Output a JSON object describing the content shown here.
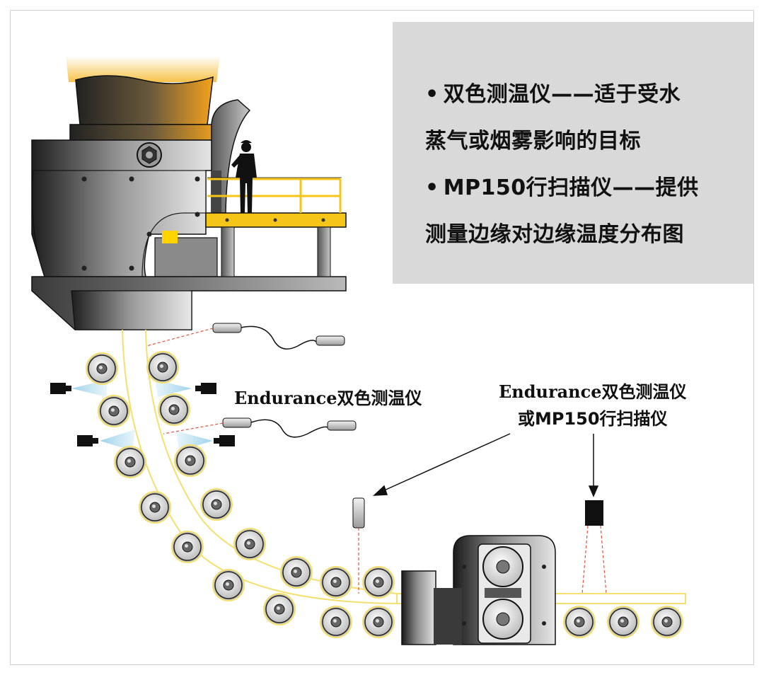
{
  "panel": {
    "line1": "双色测温仪——适于受水",
    "line2": "蒸气或烟雾影响的目标",
    "line3": "MP150行扫描仪——提供",
    "line4": "测量边缘对边缘温度分布图",
    "bullet": "•"
  },
  "labels": {
    "left_brand": "Endurance",
    "left_rest": "双色测温仪",
    "right_brand": "Endurance",
    "right_line1_rest": "双色测温仪",
    "right_line2": "或MP150行扫描仪"
  },
  "colors": {
    "strand": "#f3e070",
    "molten": "#f6a31a",
    "steel_dark": "#2a2a2a",
    "steel_mid": "#8a8a8a",
    "platform": "#f5c518",
    "spray": "#bde3f2",
    "laser": "#e0533f",
    "panel_bg": "#d9d9d9"
  },
  "icons": [
    "sensor-icon",
    "worker-icon",
    "spray-nozzle-icon",
    "scanner-icon",
    "roller-icon"
  ]
}
